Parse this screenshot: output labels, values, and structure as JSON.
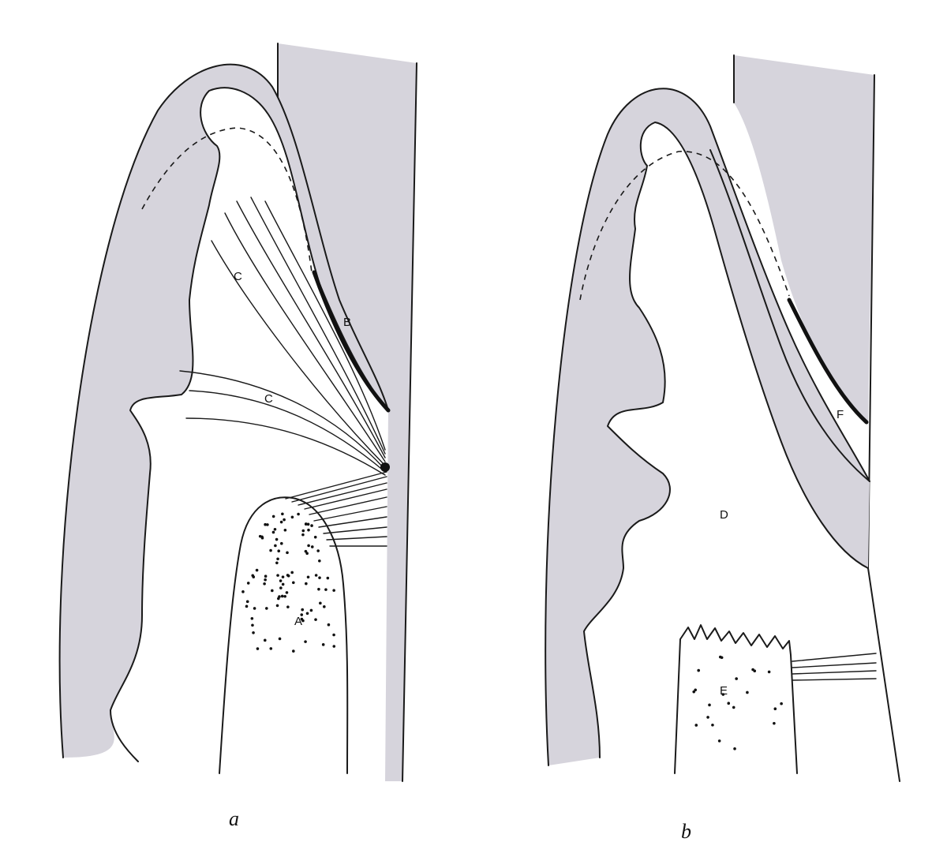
{
  "panels": [
    {
      "id": "a",
      "caption": "a",
      "labels": {
        "A": "A",
        "B": "B",
        "C1": "C",
        "C2": "C"
      }
    },
    {
      "id": "b",
      "caption": "b",
      "labels": {
        "D": "D",
        "E": "E",
        "F": "F"
      }
    }
  ],
  "colors": {
    "shading": "#d6d4dc",
    "ink": "#1a1a1a",
    "background": "#ffffff"
  }
}
